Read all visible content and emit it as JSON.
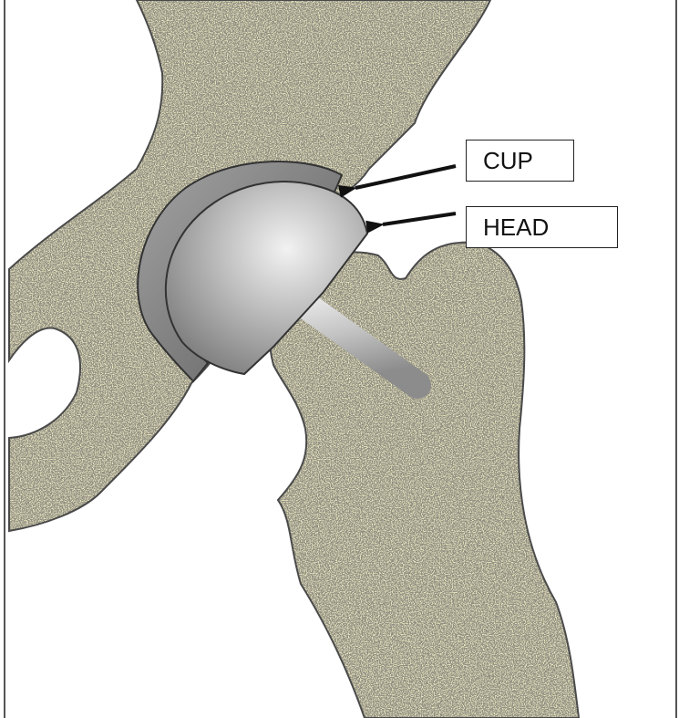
{
  "labels": {
    "cup": "CUP",
    "head": "HEAD"
  },
  "colors": {
    "bone": "#e8e4bf",
    "bone_speckle": "#4a473c",
    "bone_outline": "#4a4a4a",
    "implant_dark": "#6e6e6e",
    "implant_mid": "#a6a6a6",
    "implant_light": "#eeeeee",
    "frame": "#555555"
  },
  "icons": {
    "cup_arrow": "arrow-left",
    "head_arrow": "arrow-left"
  }
}
